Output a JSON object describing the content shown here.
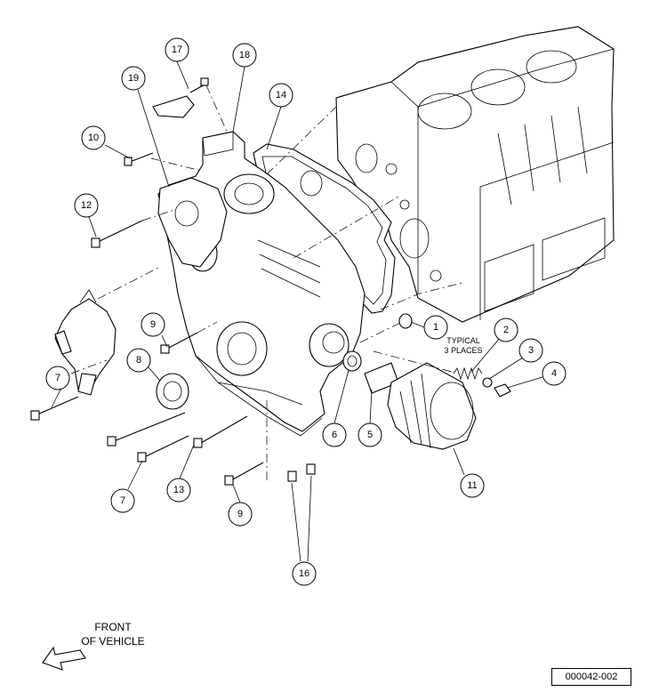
{
  "callouts": [
    {
      "id": "c17",
      "label": "17"
    },
    {
      "id": "c18",
      "label": "18"
    },
    {
      "id": "c19",
      "label": "19"
    },
    {
      "id": "c14",
      "label": "14"
    },
    {
      "id": "c10",
      "label": "10"
    },
    {
      "id": "c12",
      "label": "12"
    },
    {
      "id": "c1",
      "label": "1"
    },
    {
      "id": "c2",
      "label": "2"
    },
    {
      "id": "c3",
      "label": "3"
    },
    {
      "id": "c4",
      "label": "4"
    },
    {
      "id": "c9a",
      "label": "9"
    },
    {
      "id": "c8",
      "label": "8"
    },
    {
      "id": "c7a",
      "label": "7"
    },
    {
      "id": "c6",
      "label": "6"
    },
    {
      "id": "c5",
      "label": "5"
    },
    {
      "id": "c11",
      "label": "11"
    },
    {
      "id": "c7b",
      "label": "7"
    },
    {
      "id": "c13",
      "label": "13"
    },
    {
      "id": "c9b",
      "label": "9"
    },
    {
      "id": "c16",
      "label": "16"
    }
  ],
  "note": {
    "line1": "TYPICAL",
    "line2": "3 PLACES"
  },
  "front": {
    "line1": "FRONT",
    "line2": "OF VEHICLE"
  },
  "figure_code": "000042-002"
}
